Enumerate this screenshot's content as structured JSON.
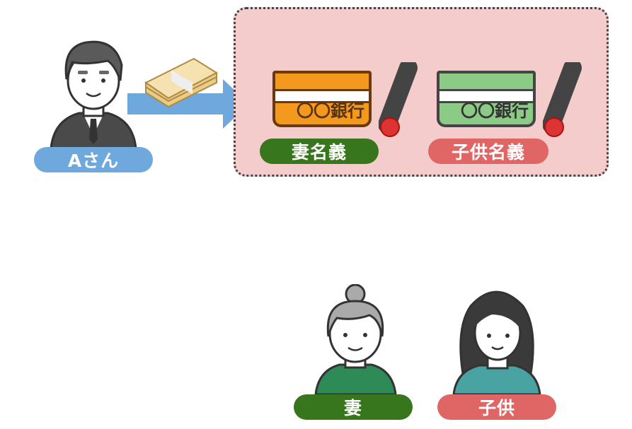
{
  "people": {
    "a": {
      "label": "Aさん",
      "color": "#6fa8dc"
    },
    "wife": {
      "label": "妻",
      "color": "#38761d"
    },
    "child": {
      "label": "子供",
      "color": "#e06666"
    }
  },
  "accounts": [
    {
      "bank": "〇〇銀行",
      "owner": "妻名義",
      "card_color": "#f39a1e",
      "card_border": "#6b3a0c",
      "label_color": "#38761d"
    },
    {
      "bank": "〇〇銀行",
      "owner": "子供名義",
      "card_color": "#8ccb86",
      "card_border": "#444444",
      "label_color": "#e06666"
    }
  ],
  "colors": {
    "box_bg": "#f4cccc",
    "arrow": "#6fa8dc"
  }
}
